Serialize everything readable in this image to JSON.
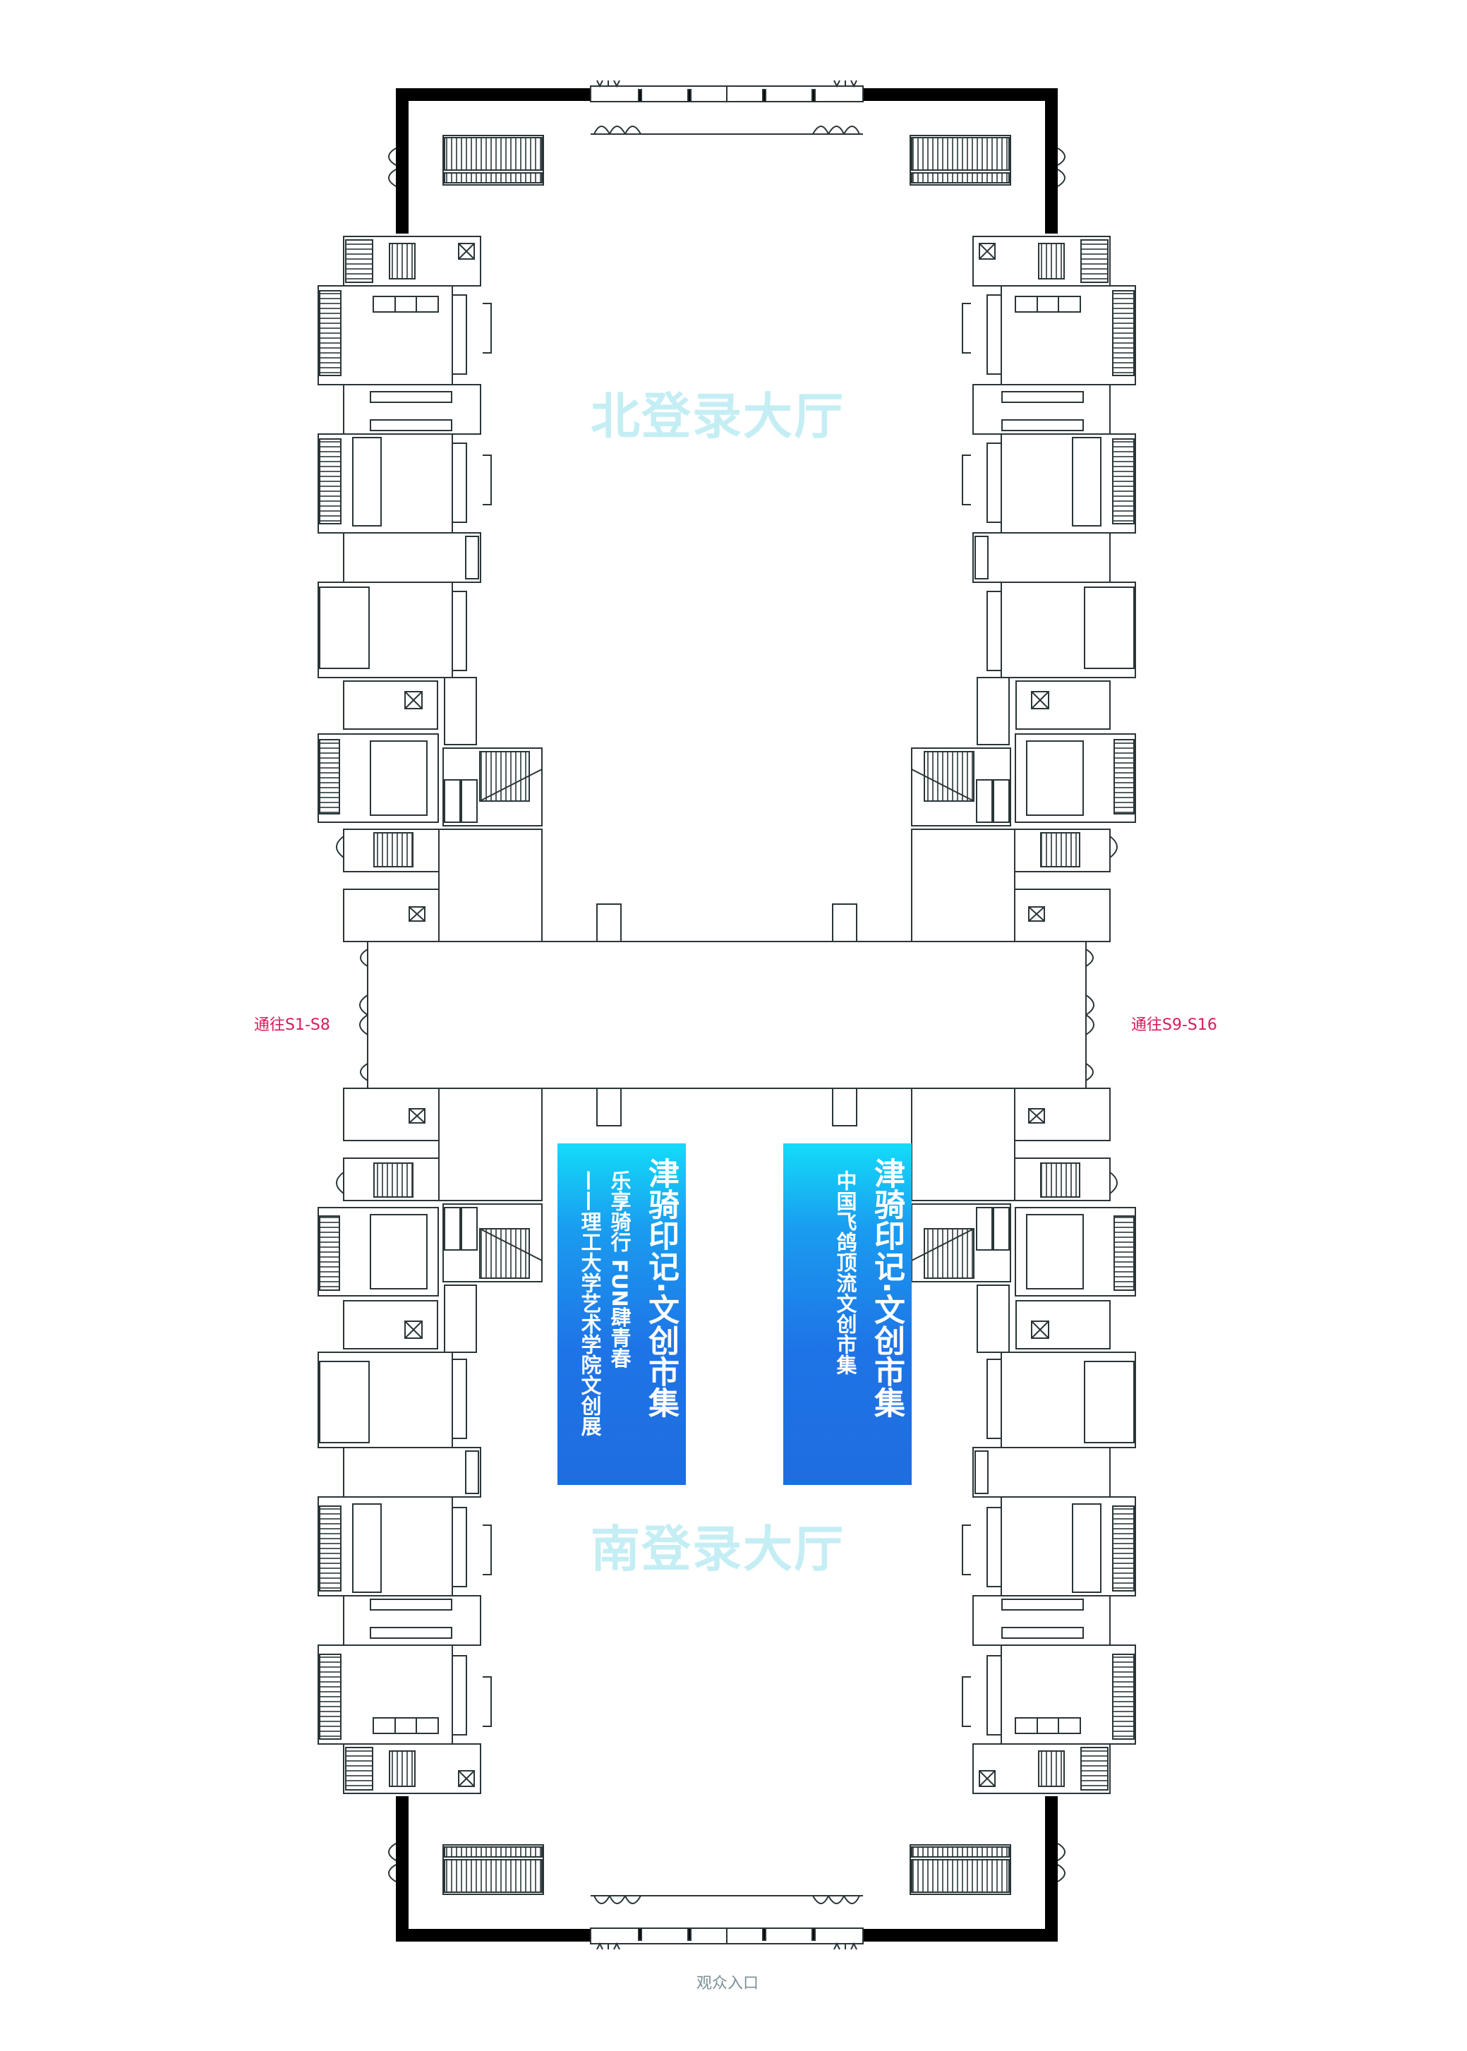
{
  "halls": {
    "north": "北登录大厅",
    "south": "南登录大厅",
    "color": "#c4eef4"
  },
  "banners": [
    {
      "title": "津骑印记·文创市集",
      "subtitle": "乐享骑行 FUN肆青春",
      "subtitle2": "——理工大学艺术学院文创展"
    },
    {
      "title": "津骑印记·文创市集",
      "subtitle": "中国飞鸽顶流文创市集"
    }
  ],
  "directions": {
    "west": "通往S1-S8",
    "east": "通往S9-S16",
    "color": "#d81b5a"
  },
  "entrance": {
    "label": "观众入口",
    "color": "#7a9097"
  },
  "colors": {
    "banner_top": "#13dcf8",
    "banner_bottom": "#1f6de0",
    "wall": "#000000",
    "line": "#2a3538"
  }
}
